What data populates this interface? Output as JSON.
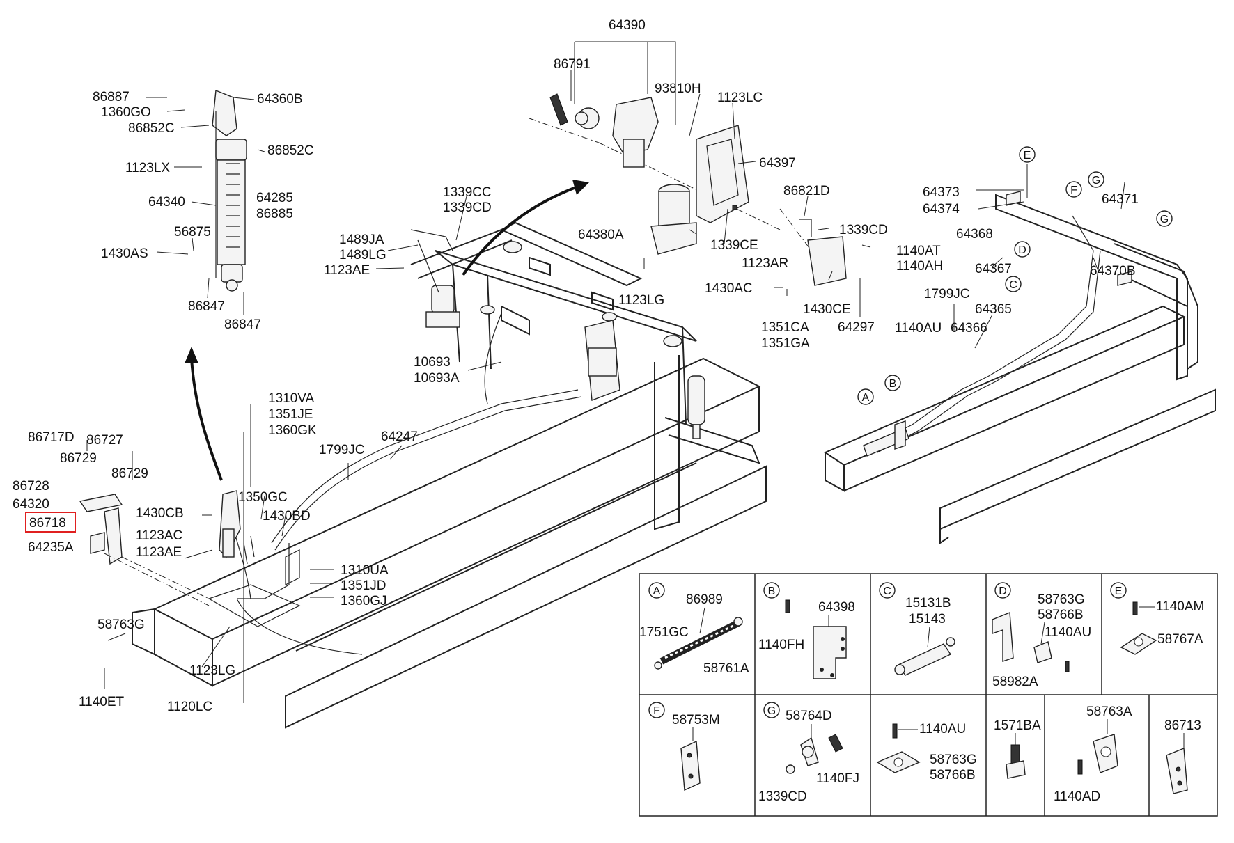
{
  "labels": {
    "l64390": "64390",
    "l86791": "86791",
    "l93810H": "93810H",
    "l1123LC": "1123LC",
    "l64397": "64397",
    "l86821D": "86821D",
    "l1339CD_a": "1339CD",
    "l64380A": "64380A",
    "l1339CE": "1339CE",
    "l1123AR": "1123AR",
    "l1140AT": "1140AT",
    "l1140AH": "1140AH",
    "l1123LG_a": "1123LG",
    "l1430AC": "1430AC",
    "l1430CE": "1430CE",
    "l1351CA": "1351CA",
    "l1351GA": "1351GA",
    "l64297": "64297",
    "l1339CC": "1339CC",
    "l1339CD_b": "1339CD",
    "l1489JA": "1489JA",
    "l1489LG": "1489LG",
    "l1123AE_a": "1123AE",
    "l10693": "10693",
    "l10693A": "10693A",
    "l64247": "64247",
    "l1799JC_a": "1799JC",
    "l1310VA": "1310VA",
    "l1351JE": "1351JE",
    "l1360GK": "1360GK",
    "l1350GC": "1350GC",
    "l1430BD": "1430BD",
    "l1310UA": "1310UA",
    "l1351JD": "1351JD",
    "l1360GJ": "1360GJ",
    "l1120LC": "1120LC",
    "l1123LG_b": "1123LG",
    "l58763G_a": "58763G",
    "l1140ET": "1140ET",
    "l86717D": "86717D",
    "l86727": "86727",
    "l86729_a": "86729",
    "l86729_b": "86729",
    "l86728": "86728",
    "l64320": "64320",
    "l86718": "86718",
    "l64235A": "64235A",
    "l1430CB": "1430CB",
    "l1123AC": "1123AC",
    "l1123AE_b": "1123AE",
    "l86887": "86887",
    "l1360GO": "1360GO",
    "l86852C_a": "86852C",
    "l64360B": "64360B",
    "l86852C_b": "86852C",
    "l1123LX": "1123LX",
    "l64285": "64285",
    "l86885": "86885",
    "l64340": "64340",
    "l56875": "56875",
    "l1430AS": "1430AS",
    "l86847_a": "86847",
    "l86847_b": "86847",
    "l64373": "64373",
    "l64374": "64374",
    "l64371": "64371",
    "l64368": "64368",
    "l64367": "64367",
    "l64370B": "64370B",
    "l1799JC_b": "1799JC",
    "l64365": "64365",
    "l1140AU_a": "1140AU",
    "l64366": "64366"
  },
  "callouts": {
    "E": "E",
    "F": "F",
    "G": "G",
    "D": "D",
    "C": "C",
    "B": "B",
    "A": "A",
    "G2": "G"
  },
  "inset": {
    "A": {
      "letter": "A",
      "parts": [
        "86989",
        "1751GC",
        "58761A"
      ]
    },
    "B": {
      "letter": "B",
      "parts": [
        "64398",
        "1140FH"
      ]
    },
    "C": {
      "letter": "C",
      "parts": [
        "15131B",
        "15143"
      ]
    },
    "D": {
      "letter": "D",
      "parts": [
        "58763G",
        "58766B",
        "1140AU",
        "58982A"
      ]
    },
    "E": {
      "letter": "E",
      "parts": [
        "1140AM",
        "58767A"
      ]
    },
    "F": {
      "letter": "F",
      "parts": [
        "58753M"
      ]
    },
    "G": {
      "letter": "G",
      "parts": [
        "58764D",
        "1140FJ",
        "1339CD"
      ]
    },
    "H": {
      "parts": [
        "1140AU",
        "58763G",
        "58766B"
      ]
    },
    "I": {
      "parts": [
        "1571BA"
      ]
    },
    "J": {
      "parts": [
        "58763A",
        "1140AD"
      ]
    },
    "K": {
      "parts": [
        "86713"
      ]
    }
  },
  "highlight": {
    "part": "86718",
    "color": "#e02020"
  }
}
